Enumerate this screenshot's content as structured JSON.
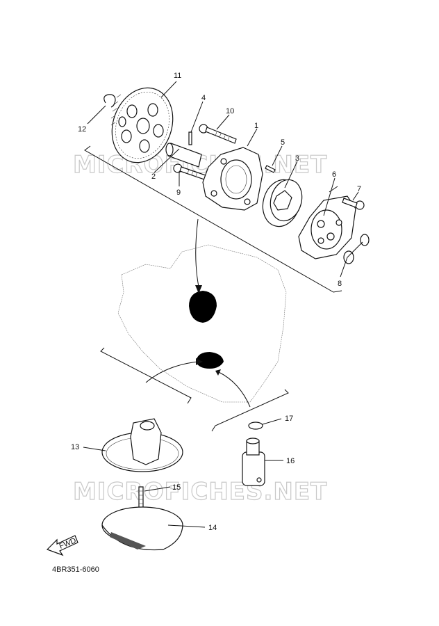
{
  "watermark": "MICROFICHES.NET",
  "diagram_code": "4BR351-6060",
  "fwd_label": "FWD",
  "parts": [
    {
      "num": "1"
    },
    {
      "num": "2"
    },
    {
      "num": "3"
    },
    {
      "num": "4"
    },
    {
      "num": "5"
    },
    {
      "num": "6"
    },
    {
      "num": "7"
    },
    {
      "num": "8"
    },
    {
      "num": "9"
    },
    {
      "num": "10"
    },
    {
      "num": "11"
    },
    {
      "num": "12"
    },
    {
      "num": "13"
    },
    {
      "num": "14"
    },
    {
      "num": "15"
    },
    {
      "num": "16"
    },
    {
      "num": "17"
    }
  ]
}
